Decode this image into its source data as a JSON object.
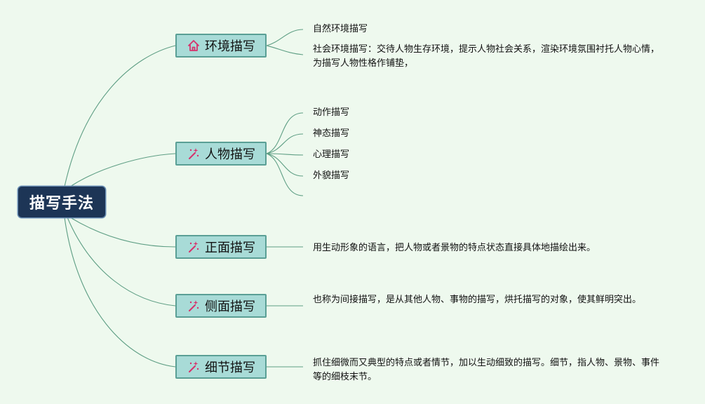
{
  "root": {
    "label": "描写手法"
  },
  "branches": [
    {
      "label": "环境描写",
      "icon": "house-icon"
    },
    {
      "label": "人物描写",
      "icon": "sparkle-wand-icon"
    },
    {
      "label": "正面描写",
      "icon": "sparkle-wand-icon"
    },
    {
      "label": "侧面描写",
      "icon": "sparkle-wand-icon"
    },
    {
      "label": "细节描写",
      "icon": "sparkle-wand-icon"
    }
  ],
  "environment_items": [
    "自然环境描写",
    "社会环境描写：交待人物生存环境，提示人物社会关系，渲染环境氛围衬托人物心情，为描写人物性格作铺垫，"
  ],
  "character_items": [
    "动作描写",
    "神态描写",
    "心理描写",
    "外貌描写",
    ""
  ],
  "direct_desc": "用生动形象的语言，把人物或者景物的特点状态直接具体地描绘出来。",
  "indirect_desc": "也称为间接描写，是从其他人物、事物的描写，烘托描写的对象，使其鲜明突出。",
  "detail_desc": "抓住细微而又典型的特点或者情节，加以生动细致的描写。细节，指人物、景物、事件等的细枝末节。",
  "colors": {
    "background": "#eef9ee",
    "root_fill": "#1d3556",
    "branch_fill": "#a8dbd7",
    "branch_border": "#5a9f95",
    "connector": "#5e9e84",
    "icon_accent": "#d6336c"
  }
}
